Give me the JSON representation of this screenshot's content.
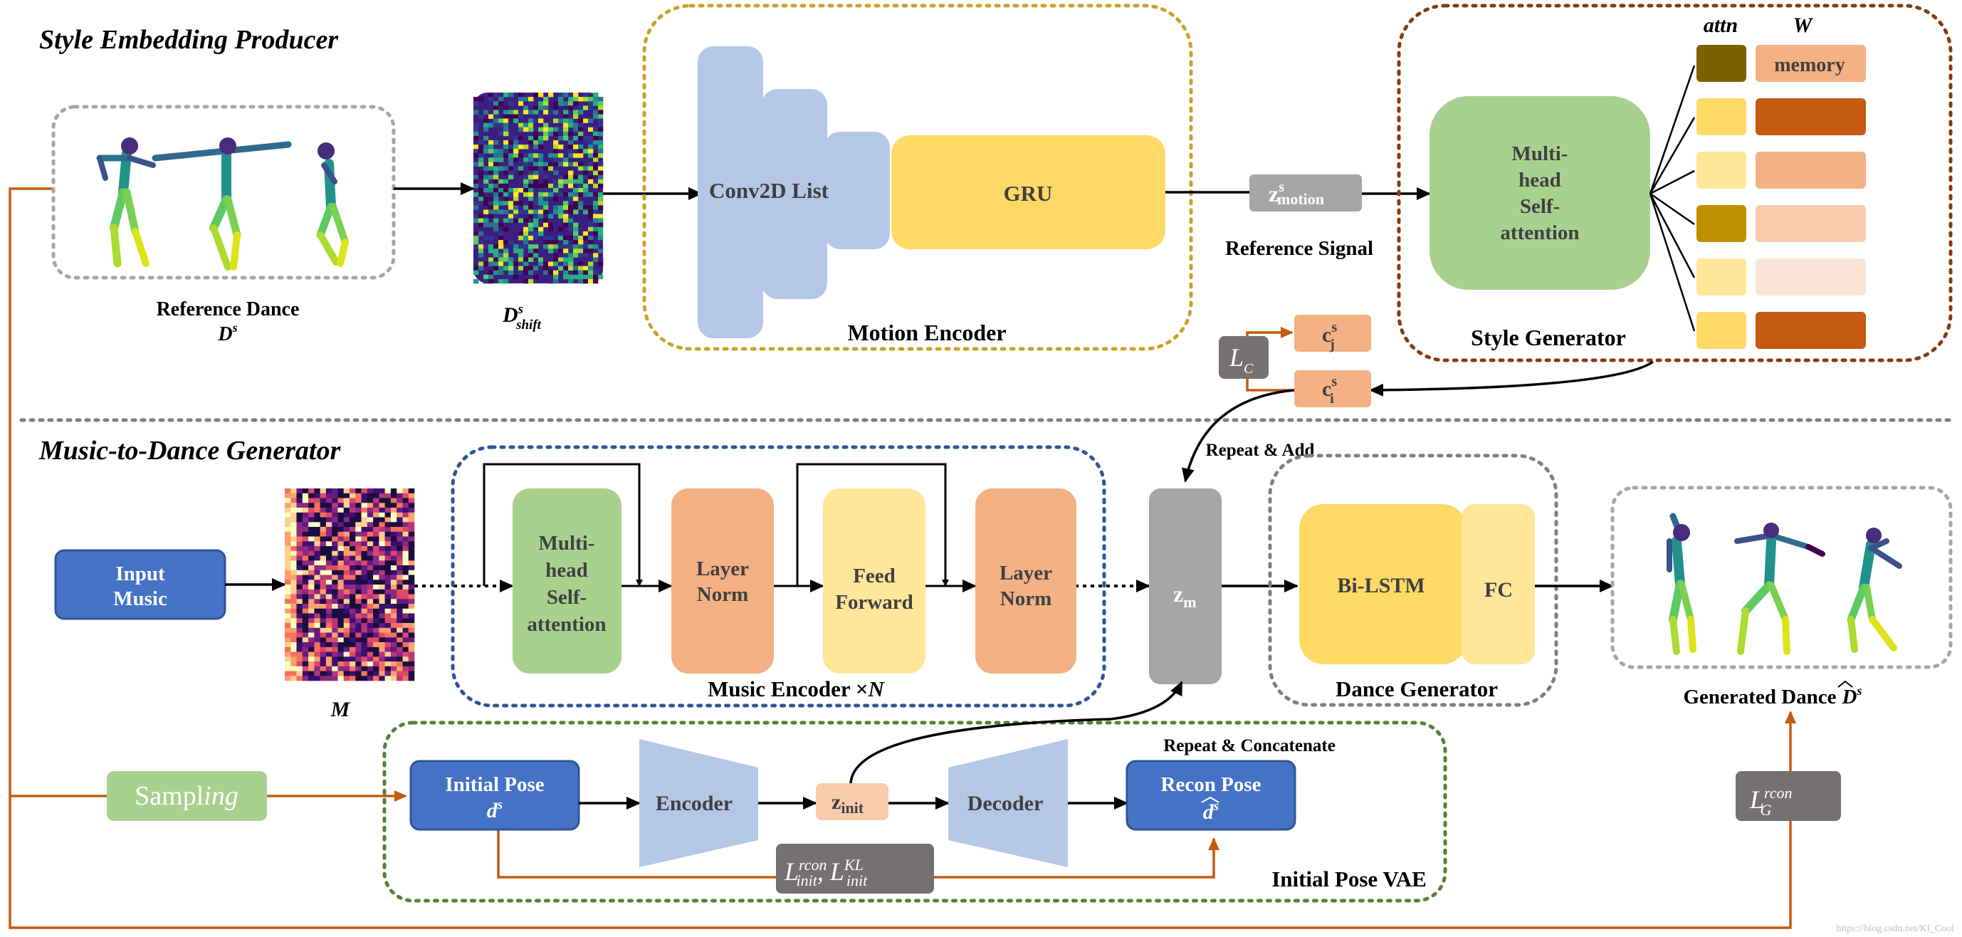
{
  "sections": {
    "top_title": "Style Embedding Producer",
    "bottom_title": "Music-to-Dance Generator"
  },
  "style_producer": {
    "reference_dance_label": "Reference Dance",
    "reference_dance_symbol": "D",
    "reference_dance_sup": "s",
    "dshift_symbol": "D",
    "dshift_sup": "s",
    "dshift_sub": "shift",
    "motion_encoder": {
      "conv_label": "Conv2D List",
      "gru_label": "GRU",
      "title": "Motion Encoder"
    },
    "z_motion": {
      "base": "z",
      "sup": "s",
      "sub": "motion"
    },
    "reference_signal_label": "Reference Signal",
    "style_generator": {
      "attention_lines": [
        "Multi-",
        "head",
        "Self-",
        "attention"
      ],
      "title": "Style Generator",
      "attn_header": "attn",
      "w_header": "W",
      "memory_label": "memory",
      "attn_colors": [
        "#7d6000",
        "#ffd966",
        "#ffe699",
        "#bf9000",
        "#ffe699",
        "#ffd966"
      ],
      "memory_colors": [
        "#f4b183",
        "#c55a11",
        "#f4b183",
        "#f8cbad",
        "#fbe5d6",
        "#c55a11"
      ]
    }
  },
  "loss_c": {
    "base": "L",
    "sub": "C"
  },
  "cj": {
    "base": "c",
    "sup": "s",
    "sub": "j"
  },
  "ci": {
    "base": "c",
    "sup": "s",
    "sub": "i"
  },
  "repeat_add_label": "Repeat & Add",
  "music_generator": {
    "input_music_lines": [
      "Input",
      "Music"
    ],
    "m_label": "M",
    "encoder_blocks": {
      "mhsa_lines": [
        "Multi-",
        "head",
        "Self-",
        "attention"
      ],
      "layer_norm_lines": [
        "Layer",
        "Norm"
      ],
      "feed_forward_lines": [
        "Feed",
        "Forward"
      ]
    },
    "encoder_title": "Music Encoder ×",
    "encoder_n": "N",
    "z_m": {
      "base": "z",
      "sub": "m"
    },
    "dance_generator": {
      "bilstm_label": "Bi-LSTM",
      "fc_label": "FC",
      "title": "Dance Generator"
    },
    "generated_dance_label": "Generated Dance",
    "generated_dance_symbol": "D",
    "generated_dance_sup": "s"
  },
  "vae": {
    "sampling_label": "Sampl",
    "sampling_label_ital": "ing",
    "initial_pose_label": "Initial Pose",
    "initial_pose_symbol": "d",
    "initial_pose_sup": "s",
    "encoder_label": "Encoder",
    "z_init": {
      "base": "z",
      "sub": "init"
    },
    "decoder_label": "Decoder",
    "repeat_concat_label": "Repeat & Concatenate",
    "recon_pose_label": "Recon Pose",
    "recon_pose_symbol": "d",
    "recon_pose_sup": "s",
    "title": "Initial Pose VAE",
    "loss_init": {
      "base": "L",
      "sup1": "rcon",
      "sub1": "init",
      "sep": ", ",
      "sup2": "KL",
      "sub2": "init"
    },
    "loss_g": {
      "base": "L",
      "sup": "rcon",
      "sub": "G"
    }
  },
  "watermark": "https://blog.csdn.net/Kl_Cool",
  "colors": {
    "blue_box": "#4472c4",
    "light_blue": "#b4c7e7",
    "yellow": "#ffd966",
    "light_yellow": "#ffe699",
    "green": "#a9d18e",
    "orange": "#f4b183",
    "gray_box": "#a6a6a6",
    "dark_gray": "#767171",
    "orange_line": "#c55a11",
    "motion_border": "#c9a227",
    "style_border": "#843c0c",
    "music_enc_border": "#2f5597",
    "vae_border": "#548235"
  }
}
